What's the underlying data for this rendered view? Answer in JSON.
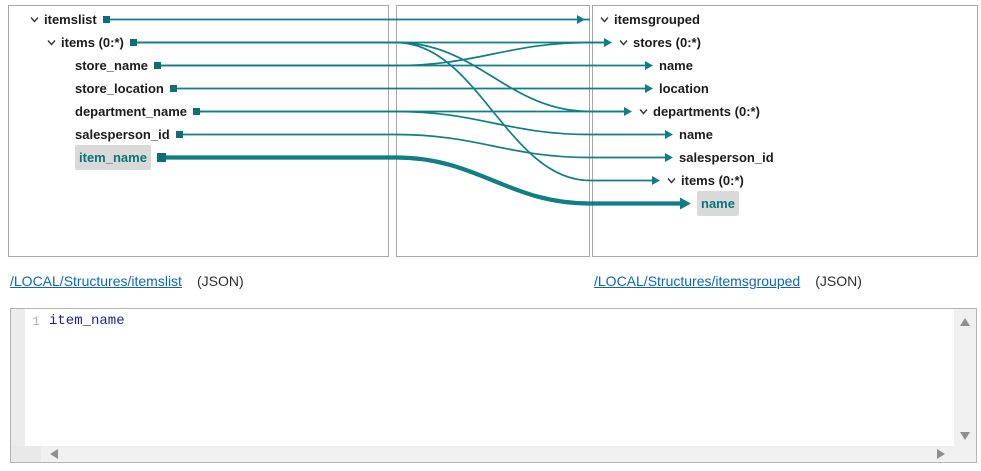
{
  "colors": {
    "teal_line": "#0f7e86",
    "teal_square": "#0b6f76",
    "selected_text": "#0a7478",
    "selected_bg": "#d9d9d9",
    "link_blue": "#0a66c2",
    "code_navy": "#1f1f9e"
  },
  "source_tree": {
    "rows": [
      {
        "label": "itemslist",
        "chevron": true,
        "level": 0,
        "highlighted": false
      },
      {
        "label": "items (0:*)",
        "chevron": true,
        "level": 1,
        "highlighted": false
      },
      {
        "label": "store_name",
        "chevron": false,
        "level": 2,
        "highlighted": false
      },
      {
        "label": "store_location",
        "chevron": false,
        "level": 2,
        "highlighted": false
      },
      {
        "label": "department_name",
        "chevron": false,
        "level": 2,
        "highlighted": false
      },
      {
        "label": "salesperson_id",
        "chevron": false,
        "level": 2,
        "highlighted": false
      },
      {
        "label": "item_name",
        "chevron": false,
        "level": 2,
        "highlighted": true
      }
    ]
  },
  "target_tree": {
    "rows": [
      {
        "label": "itemsgrouped",
        "chevron": true,
        "arrow": false,
        "highlighted": false
      },
      {
        "label": "stores (0:*)",
        "chevron": true,
        "arrow": true,
        "highlighted": false
      },
      {
        "label": "name",
        "chevron": false,
        "arrow": true,
        "highlighted": false
      },
      {
        "label": "location",
        "chevron": false,
        "arrow": true,
        "highlighted": false
      },
      {
        "label": "departments (0:*)",
        "chevron": true,
        "arrow": true,
        "highlighted": false
      },
      {
        "label": "name",
        "chevron": false,
        "arrow": true,
        "highlighted": false
      },
      {
        "label": "salesperson_id",
        "chevron": false,
        "arrow": true,
        "highlighted": false
      },
      {
        "label": "items (0:*)",
        "chevron": true,
        "arrow": true,
        "highlighted": false
      },
      {
        "label": "name",
        "chevron": false,
        "arrow": true,
        "highlighted": true
      }
    ]
  },
  "mappings": [
    {
      "from": "itemslist",
      "to": "itemsgrouped",
      "source_index": 0,
      "target_index": 0,
      "thick": false
    },
    {
      "from": "items",
      "to": "stores",
      "source_index": 1,
      "target_index": 1,
      "thick": false
    },
    {
      "from": "store_name",
      "to": "stores",
      "source_index": 2,
      "target_index": 1,
      "thick": false
    },
    {
      "from": "store_name",
      "to": "name",
      "source_index": 2,
      "target_index": 2,
      "thick": false
    },
    {
      "from": "store_location",
      "to": "location",
      "source_index": 3,
      "target_index": 3,
      "thick": false
    },
    {
      "from": "items",
      "to": "departments",
      "source_index": 1,
      "target_index": 4,
      "thick": false
    },
    {
      "from": "department_name",
      "to": "departments",
      "source_index": 4,
      "target_index": 4,
      "thick": false
    },
    {
      "from": "department_name",
      "to": "name",
      "source_index": 4,
      "target_index": 5,
      "thick": false
    },
    {
      "from": "salesperson_id",
      "to": "salesperson_id",
      "source_index": 5,
      "target_index": 6,
      "thick": false
    },
    {
      "from": "items",
      "to": "items",
      "source_index": 1,
      "target_index": 7,
      "thick": false
    },
    {
      "from": "item_name",
      "to": "name",
      "source_index": 6,
      "target_index": 8,
      "thick": true
    }
  ],
  "footer_links": {
    "source": {
      "path": "/LOCAL/Structures/itemslist",
      "format": "(JSON)"
    },
    "target": {
      "path": "/LOCAL/Structures/itemsgrouped",
      "format": "(JSON)"
    }
  },
  "expression_editor": {
    "line_number": "1",
    "code": "item_name"
  }
}
